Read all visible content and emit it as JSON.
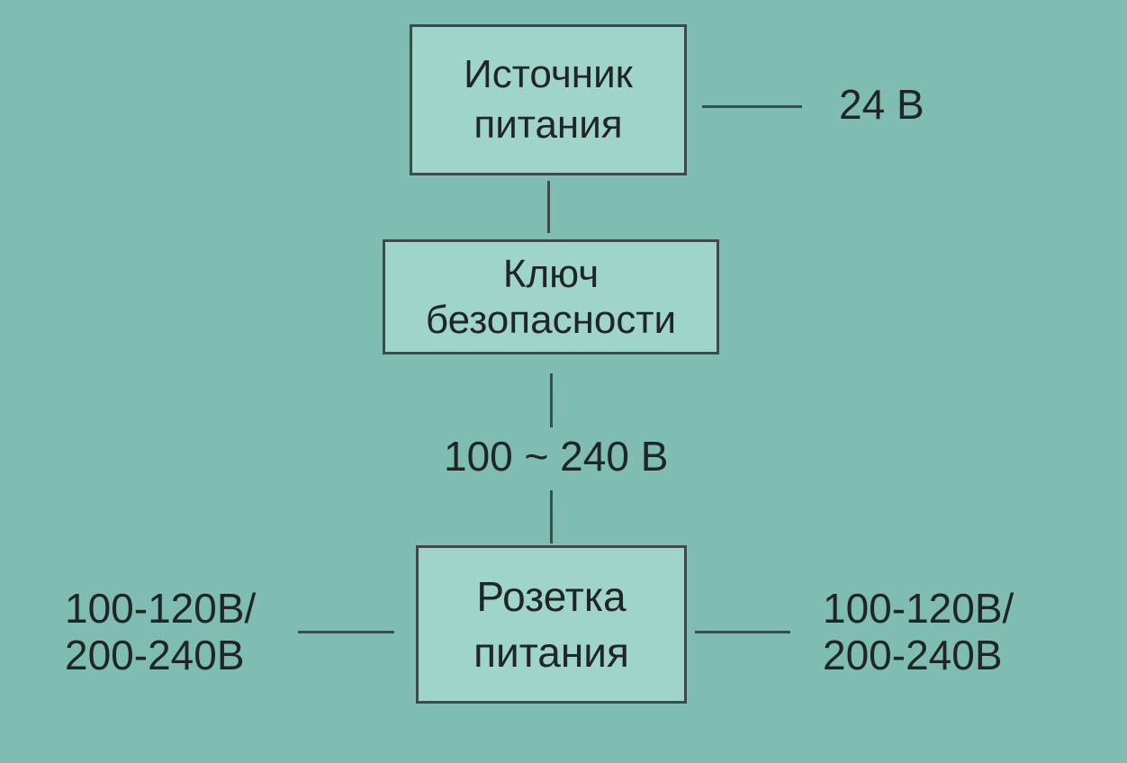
{
  "diagram": {
    "power_source": {
      "line1": "Источник",
      "line2": "питания"
    },
    "power_source_voltage": "24 В",
    "safety_key": {
      "line1": "Ключ",
      "line2": "безопасности"
    },
    "input_voltage": "100 ~ 240 В",
    "power_socket": {
      "line1": "Розетка",
      "line2": "питания"
    },
    "left_output": {
      "line1": "100-120В/",
      "line2": "200-240В"
    },
    "right_output": {
      "line1": "100-120В/",
      "line2": "200-240В"
    }
  }
}
